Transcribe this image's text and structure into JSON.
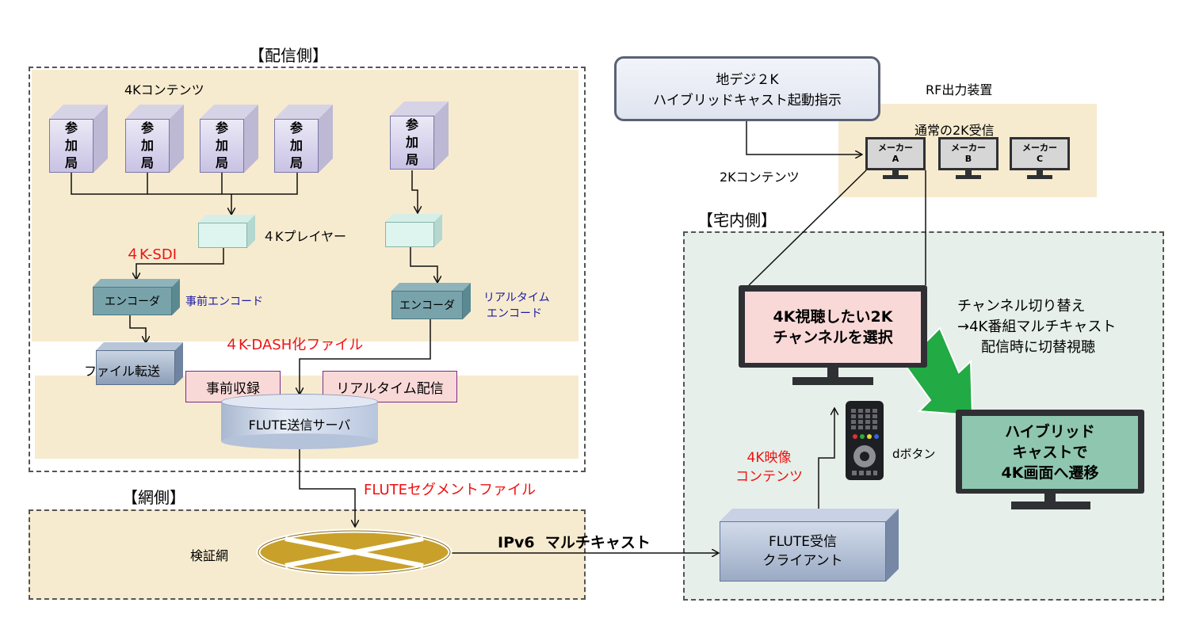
{
  "sender_side": {
    "title": "【配信側】",
    "content_label": "4Kコンテンツ",
    "station_label_lines": [
      "参",
      "加",
      "局"
    ],
    "player_label": "４Kプレイヤー",
    "sdi_label": "４K-SDI",
    "encoder_label": "エンコーダ",
    "pre_encode_label": "事前エンコード",
    "realtime_encode_lines": [
      "リアルタイム",
      "エンコード"
    ],
    "dash_label": "４K-DASH化ファイル",
    "file_transfer_label": "ファイル転送",
    "pre_record_label": "事前収録",
    "realtime_delivery_label": "リアルタイム配信",
    "flute_server_label": "FLUTE送信サーバ",
    "segment_label": "FLUTEセグメントファイル"
  },
  "network_side": {
    "title": "【網側】",
    "verify_net_label": "検証網",
    "multicast_label": "IPv6  マルチキャスト"
  },
  "home_side": {
    "title": "【宅内側】",
    "instruction_lines": [
      "地デジ２K",
      "ハイブリッドキャスト起動指示"
    ],
    "rf_label": "RF出力装置",
    "normal_receive_label": "通常の2K受信",
    "maker_label": "メーカー",
    "maker_ids": [
      "A",
      "B",
      "C"
    ],
    "content_2k_label": "2Kコンテンツ",
    "tv_select_lines": [
      "4K視聴したい2K",
      "チャンネルを選択"
    ],
    "switch_lines": [
      "チャンネル切り替え",
      "→4K番組マルチキャスト",
      "配信時に切替視聴"
    ],
    "hybrid_lines": [
      "ハイブリッド",
      "キャストで",
      "4K画面へ遷移"
    ],
    "d_button_label": "dボタン",
    "video_content_lines": [
      "4K映像",
      "コンテンツ"
    ],
    "client_lines": [
      "FLUTE受信",
      "クライアント"
    ]
  },
  "colors": {
    "beige": "#f7ebcf",
    "home_bg": "#e6efe9",
    "red_text": "#ee1111",
    "blue_text": "#1a1aa8",
    "pink_box": "#f9d9d8",
    "green_screen": "#8fc6b0",
    "green_arrow": "#22aa44",
    "disk_gold": "#c9a02a"
  }
}
